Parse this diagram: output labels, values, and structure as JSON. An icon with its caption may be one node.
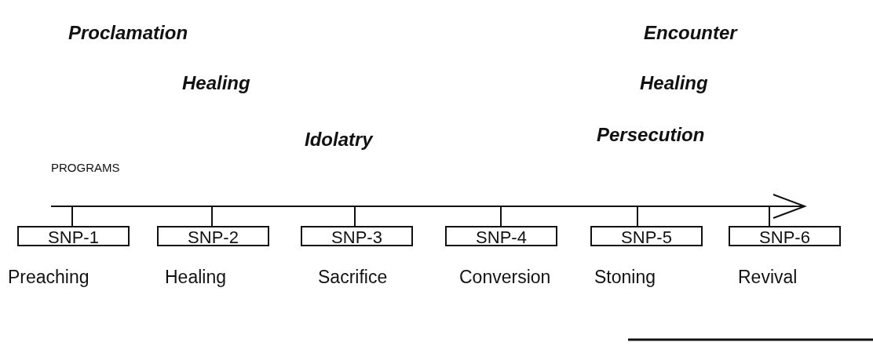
{
  "diagram": {
    "nodes": [
      {
        "text": [
          "SNP-1"
        ],
        "beside": [
          "Preaching"
        ]
      },
      {
        "text": [
          "SNP-2"
        ],
        "beside": [
          "Healing"
        ]
      },
      {
        "text": [
          "SNP-3"
        ],
        "beside": [
          "Sacrifice"
        ]
      },
      {
        "text": [
          "SNP-4"
        ],
        "beside": [
          "Conversion"
        ]
      },
      {
        "text": [
          "SNP-5"
        ],
        "beside": [
          "Stoning"
        ]
      },
      {
        "text": [
          "SNP-6"
        ],
        "beside": [
          "Revival"
        ]
      }
    ],
    "labels": [
      "Proclamation",
      "Encounter",
      "Healing",
      "Healing",
      "Idolatry",
      "Persecution",
      "PROGRAMS"
    ]
  }
}
